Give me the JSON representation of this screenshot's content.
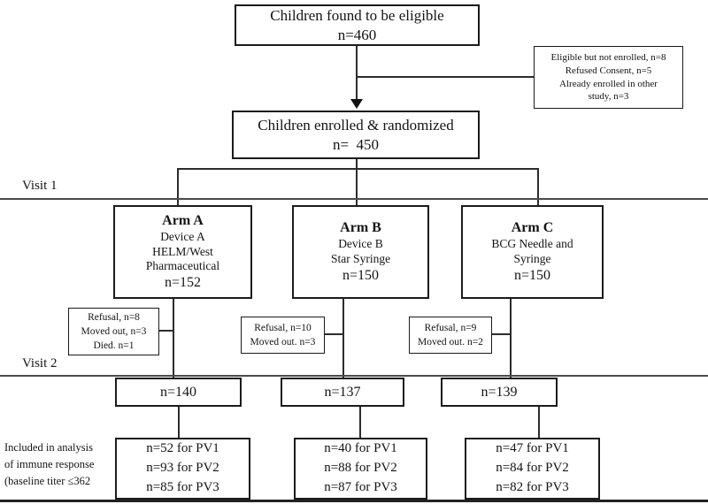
{
  "diagram": {
    "eligible_box": {
      "lines": [
        "Children found to be eligible",
        "n=460"
      ]
    },
    "not_enrolled_box": {
      "lines": [
        "Eligible but not enrolled, n=8",
        "Refused Consent, n=5",
        "Already enrolled in other",
        "study, n=3"
      ]
    },
    "enrolled_box": {
      "lines": [
        "Children enrolled & randomized",
        "n=  450"
      ]
    },
    "visit1_label": "Visit 1",
    "visit2_label": "Visit 2",
    "arms": [
      {
        "title": "Arm A",
        "desc": [
          "Device A",
          "HELM/West",
          "Pharmaceutical"
        ],
        "n": "n=152"
      },
      {
        "title": "Arm B",
        "desc": [
          "Device B",
          "Star Syringe"
        ],
        "n": "n=150"
      },
      {
        "title": "Arm C",
        "desc": [
          "BCG Needle and",
          "Syringe"
        ],
        "n": "n=150"
      }
    ],
    "dropouts": [
      {
        "lines": [
          "Refusal, n=8",
          "Moved out, n=3",
          "Died. n=1"
        ]
      },
      {
        "lines": [
          "Refusal, n=10",
          "Moved out. n=3"
        ]
      },
      {
        "lines": [
          "Refusal, n=9",
          "Moved out. n=2"
        ]
      }
    ],
    "visit2_counts": [
      "n=140",
      "n=137",
      "n=139"
    ],
    "analysis_boxes": [
      {
        "lines": [
          "n=52 for PV1",
          "n=93 for PV2",
          "n=85 for PV3"
        ]
      },
      {
        "lines": [
          "n=40 for PV1",
          "n=88 for PV2",
          "n=87 for PV3"
        ]
      },
      {
        "lines": [
          "n=47 for PV1",
          "n=84 for PV2",
          "n=82 for PV3"
        ]
      }
    ],
    "annotation": {
      "lines": [
        "Included in analysis",
        "of immune response",
        "(baseline titer ≤362"
      ]
    }
  }
}
